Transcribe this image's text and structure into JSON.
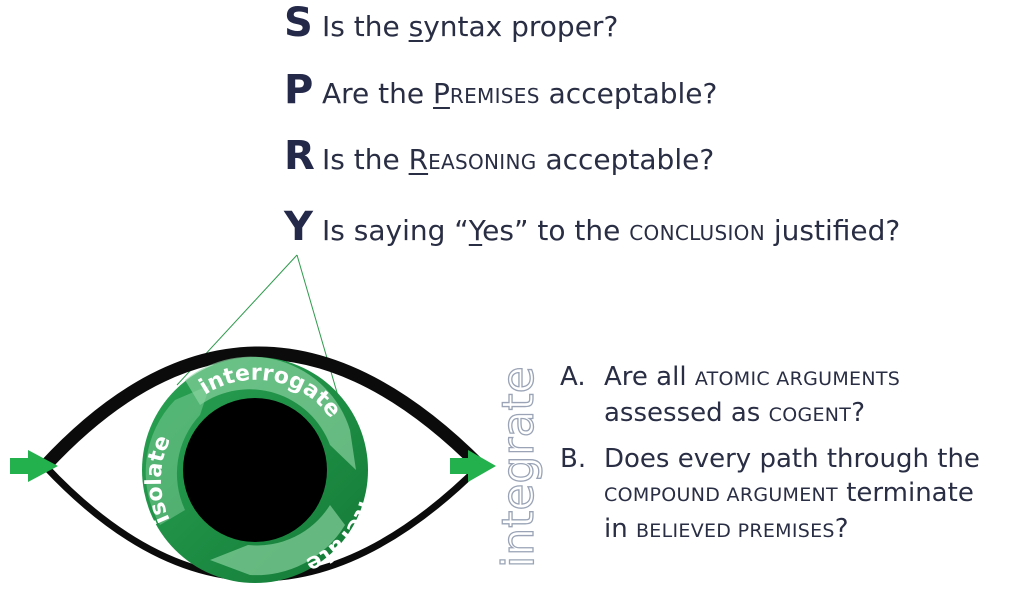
{
  "questions": {
    "s": {
      "letter": "S",
      "t1": "Is the ",
      "u": "s",
      "t2": "yntax proper?"
    },
    "p": {
      "letter": "P",
      "t1": "Are the ",
      "u": "P",
      "sc": "REMISES",
      "t2": " acceptable?"
    },
    "r": {
      "letter": "R",
      "t1": "Is the ",
      "u": "R",
      "sc": "EASONING",
      "t2": " acceptable?"
    },
    "y": {
      "letter": "Y",
      "t1": "Is saying “",
      "u": "Y",
      "t2": "es” to the ",
      "sc": "CONCLUSION",
      "t3": " justified?"
    }
  },
  "cycle": {
    "isolate": "isolate",
    "interrogate": "interrogate",
    "iterate": "iterate"
  },
  "integrate": "integrate",
  "items": {
    "a": {
      "marker": "A.",
      "t1": "Are all ",
      "sc1": "ATOMIC ARGUMENTS",
      "t2": "assessed as ",
      "sc2": "COGENT",
      "t3": "?"
    },
    "b": {
      "marker": "B.",
      "t1": "Does every path through the",
      "sc1": "COMPOUND ARGUMENT",
      "t2": " terminate",
      "t3": "in ",
      "sc2": "BELIEVED PREMISES",
      "t4": "?"
    }
  },
  "colors": {
    "navy": "#24294a",
    "green_dark": "#178a3c",
    "green_light": "#8fd6a4",
    "arrow_green": "#22b14c",
    "integrate_fill": "#ffffff",
    "integrate_stroke": "#9aa4b6"
  }
}
